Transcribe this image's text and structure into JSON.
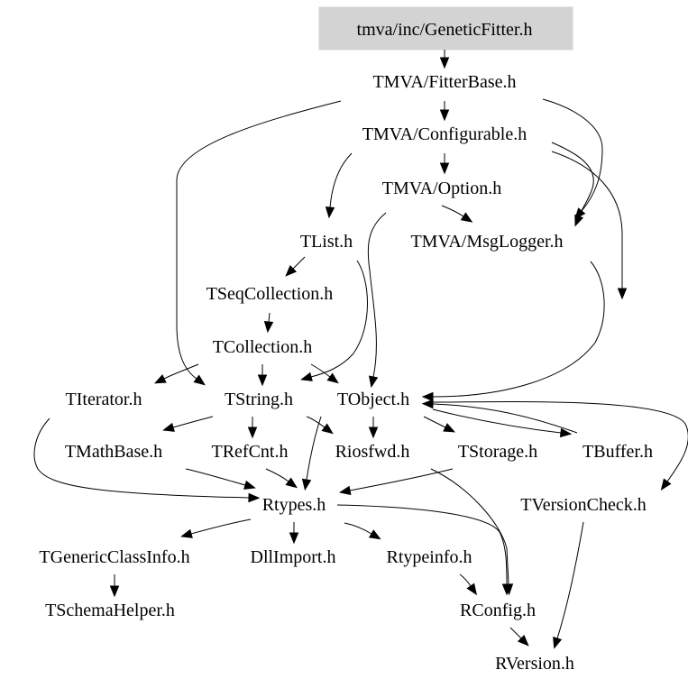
{
  "graph": {
    "root": "tmva/inc/GeneticFitter.h",
    "nodes": {
      "root": "tmva/inc/GeneticFitter.h",
      "fitterbase": "TMVA/FitterBase.h",
      "configurable": "TMVA/Configurable.h",
      "option": "TMVA/Option.h",
      "tlist": "TList.h",
      "msglogger": "TMVA/MsgLogger.h",
      "tseqcollection": "TSeqCollection.h",
      "tcollection": "TCollection.h",
      "titerator": "TIterator.h",
      "tstring": "TString.h",
      "tobject": "TObject.h",
      "tmathbase": "TMathBase.h",
      "trefcnt": "TRefCnt.h",
      "riosfwd": "Riosfwd.h",
      "tstorage": "TStorage.h",
      "tbuffer": "TBuffer.h",
      "rtypes": "Rtypes.h",
      "tversioncheck": "TVersionCheck.h",
      "tgenericclassinfo": "TGenericClassInfo.h",
      "dllimport": "DllImport.h",
      "rtypeinfo": "Rtypeinfo.h",
      "tschemahelper": "TSchemaHelper.h",
      "rconfig": "RConfig.h",
      "rversion": "RVersion.h"
    },
    "edges": [
      [
        "root",
        "fitterbase"
      ],
      [
        "fitterbase",
        "configurable"
      ],
      [
        "fitterbase",
        "tstring"
      ],
      [
        "fitterbase",
        "msglogger"
      ],
      [
        "configurable",
        "option"
      ],
      [
        "configurable",
        "tlist"
      ],
      [
        "configurable",
        "msglogger"
      ],
      [
        "configurable",
        "tobject"
      ],
      [
        "option",
        "msglogger"
      ],
      [
        "option",
        "tobject"
      ],
      [
        "tlist",
        "tseqcollection"
      ],
      [
        "tlist",
        "tstring"
      ],
      [
        "msglogger",
        "tobject"
      ],
      [
        "tseqcollection",
        "tcollection"
      ],
      [
        "tcollection",
        "titerator"
      ],
      [
        "tcollection",
        "tstring"
      ],
      [
        "tcollection",
        "tobject"
      ],
      [
        "titerator",
        "rtypes"
      ],
      [
        "tstring",
        "tmathbase"
      ],
      [
        "tstring",
        "trefcnt"
      ],
      [
        "tstring",
        "riosfwd"
      ],
      [
        "tstring",
        "rtypes"
      ],
      [
        "tobject",
        "riosfwd"
      ],
      [
        "tobject",
        "tstorage"
      ],
      [
        "tobject",
        "tbuffer"
      ],
      [
        "tobject",
        "tversioncheck"
      ],
      [
        "tmathbase",
        "rtypes"
      ],
      [
        "trefcnt",
        "rtypes"
      ],
      [
        "tstorage",
        "rtypes"
      ],
      [
        "tstorage",
        "rconfig"
      ],
      [
        "tbuffer",
        "tobject"
      ],
      [
        "rtypes",
        "tgenericclassinfo"
      ],
      [
        "rtypes",
        "dllimport"
      ],
      [
        "rtypes",
        "rtypeinfo"
      ],
      [
        "rtypes",
        "rconfig"
      ],
      [
        "tgenericclassinfo",
        "tschemahelper"
      ],
      [
        "rtypeinfo",
        "rconfig"
      ],
      [
        "rconfig",
        "rversion"
      ],
      [
        "tversioncheck",
        "rversion"
      ]
    ]
  }
}
